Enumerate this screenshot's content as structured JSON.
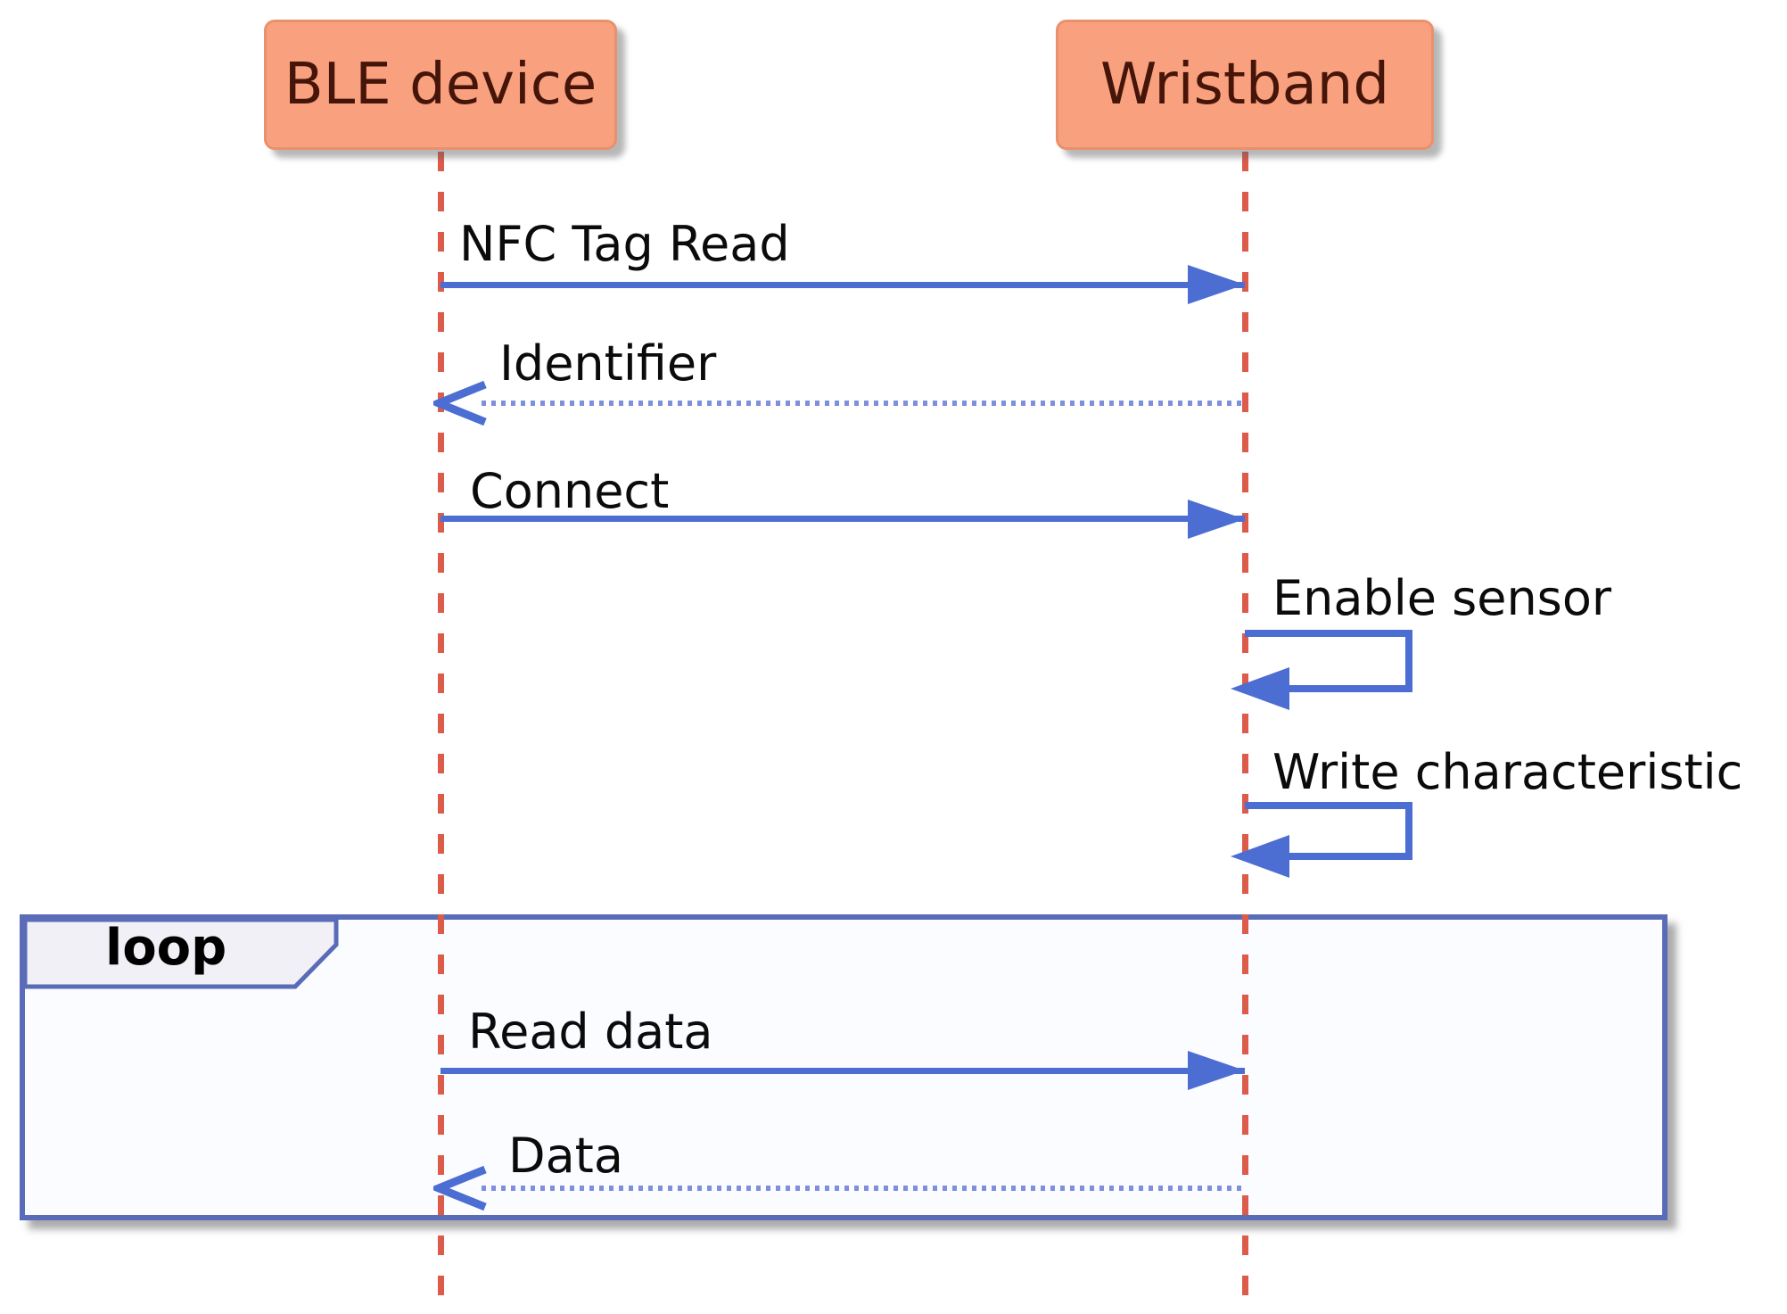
{
  "diagram_type": "sequence",
  "participants": [
    {
      "name": "BLE device"
    },
    {
      "name": "Wristband"
    }
  ],
  "messages": [
    {
      "label": "NFC Tag Read",
      "from": "BLE device",
      "to": "Wristband",
      "line_style": "solid",
      "arrow_style": "filled"
    },
    {
      "label": "Identifier",
      "from": "Wristband",
      "to": "BLE device",
      "line_style": "dotted",
      "arrow_style": "open"
    },
    {
      "label": "Connect",
      "from": "BLE device",
      "to": "Wristband",
      "line_style": "solid",
      "arrow_style": "filled"
    },
    {
      "label": "Enable sensor",
      "from": "Wristband",
      "to": "Wristband",
      "line_style": "solid",
      "arrow_style": "filled",
      "self_message": true
    },
    {
      "label": "Write characteristic",
      "from": "Wristband",
      "to": "Wristband",
      "line_style": "solid",
      "arrow_style": "filled",
      "self_message": true
    },
    {
      "label": "Read data",
      "from": "BLE device",
      "to": "Wristband",
      "line_style": "solid",
      "arrow_style": "filled",
      "inside_loop": true
    },
    {
      "label": "Data",
      "from": "Wristband",
      "to": "BLE device",
      "line_style": "dotted",
      "arrow_style": "open",
      "inside_loop": true
    }
  ],
  "fragment": {
    "operator": "loop"
  },
  "colors": {
    "participant_fill": "#f9a17e",
    "participant_border": "#e9906d",
    "participant_text": "#46150a",
    "lifeline": "#dd5b4a",
    "arrow": "#4c6ed3",
    "arrow_dotted": "#7e90dc",
    "loop_border": "#5a6cb8",
    "loop_header_fill": "#f0f0f6"
  }
}
